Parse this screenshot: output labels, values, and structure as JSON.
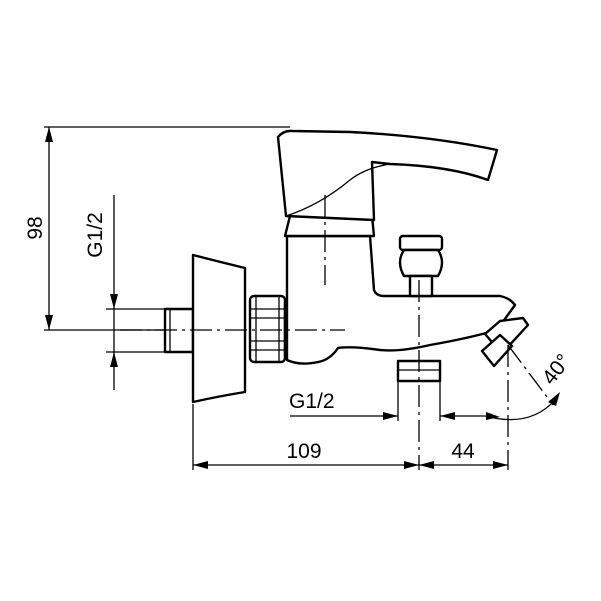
{
  "dimensions": {
    "height": "98",
    "thread_inlet": "G1/2",
    "thread_outlet": "G1/2",
    "length_to_spout_center": "109",
    "spout_overhang": "44",
    "spout_angle": "40°"
  }
}
